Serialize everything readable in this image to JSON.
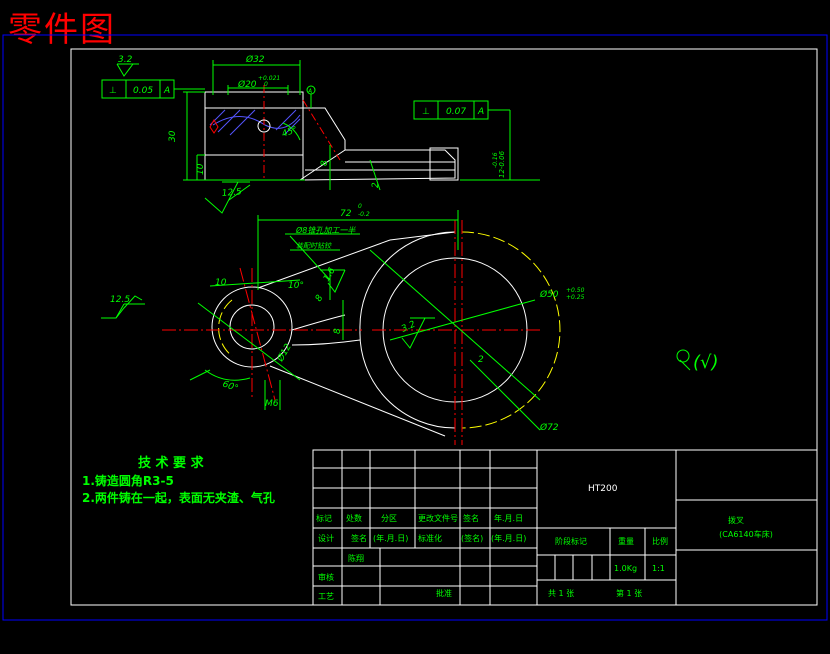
{
  "heading": "零件图",
  "colors": {
    "frame": "#ffffff",
    "outer": "#0000ff",
    "part": "#ffffff",
    "dimension": "#00ff00",
    "center": "#ff0000",
    "hatch": "#5555ff",
    "hidden": "#ffff00",
    "title_text": "#00ff00",
    "accent": "#ff0000"
  },
  "dims": {
    "d32": "Ø32",
    "d20": "Ø20",
    "d20_tol": "+0.021",
    "d20_tol2": "0",
    "h30": "30",
    "h10": "10",
    "h8": "8",
    "ang45": "45°",
    "rough32": "3.2",
    "rough125a": "12.5",
    "rough125b": "12.5",
    "len72": "72",
    "len72_tol": "-0.2",
    "len72_tol0": "0",
    "hole_note": "Ø8锥孔加工一半",
    "hole_note2": "装配时钻铰",
    "r10": "10",
    "r10b": "10°",
    "d8": "8",
    "rough16": "1.6",
    "d50": "Ø50",
    "d50_tol": "+0.50",
    "d50_tol2": "+0.25",
    "rough32b": "3.2",
    "d72": "Ø72",
    "dim2": "2",
    "d12": "Ø12",
    "m6": "M6",
    "ang60": "60°",
    "dim8b": "8",
    "d12_tol": "12-0.06",
    "d12_tol2": "-0.16",
    "extra": "2"
  },
  "fcf1": {
    "sym": "⊥",
    "value": "0.05",
    "datum": "A"
  },
  "fcf2": {
    "sym": "⊥",
    "value": "0.07",
    "datum": "A"
  },
  "datum_mark": "A",
  "rough_other": "(√)",
  "tech_req": {
    "title": "技 术 要 求",
    "line1": "1.铸造圆角R3-5",
    "line2": "2.两件铸在一起，表面无夹渣、气孔"
  },
  "title_block": {
    "material": "HT200",
    "part_name": "拨叉",
    "part_sub": "(CA6140车床)",
    "row_mark": "标记",
    "row_count": "处数",
    "row_zone": "分区",
    "row_doc": "更改文件号",
    "row_sign": "签名",
    "row_date": "年.月.日",
    "design": "设计",
    "sign2": "签名",
    "date2": "(年.月.日)",
    "std": "标准化",
    "sign3": "(签名)",
    "date3": "(年.月.日)",
    "stage": "阶段标记",
    "weight_label": "重量",
    "scale_label": "比例",
    "drafter": "陈翔",
    "weight": "1.0Kg",
    "scale": "1:1",
    "review": "审核",
    "process": "工艺",
    "approve": "批准",
    "sheets": "共 1 张",
    "sheet_no": "第 1 张"
  }
}
